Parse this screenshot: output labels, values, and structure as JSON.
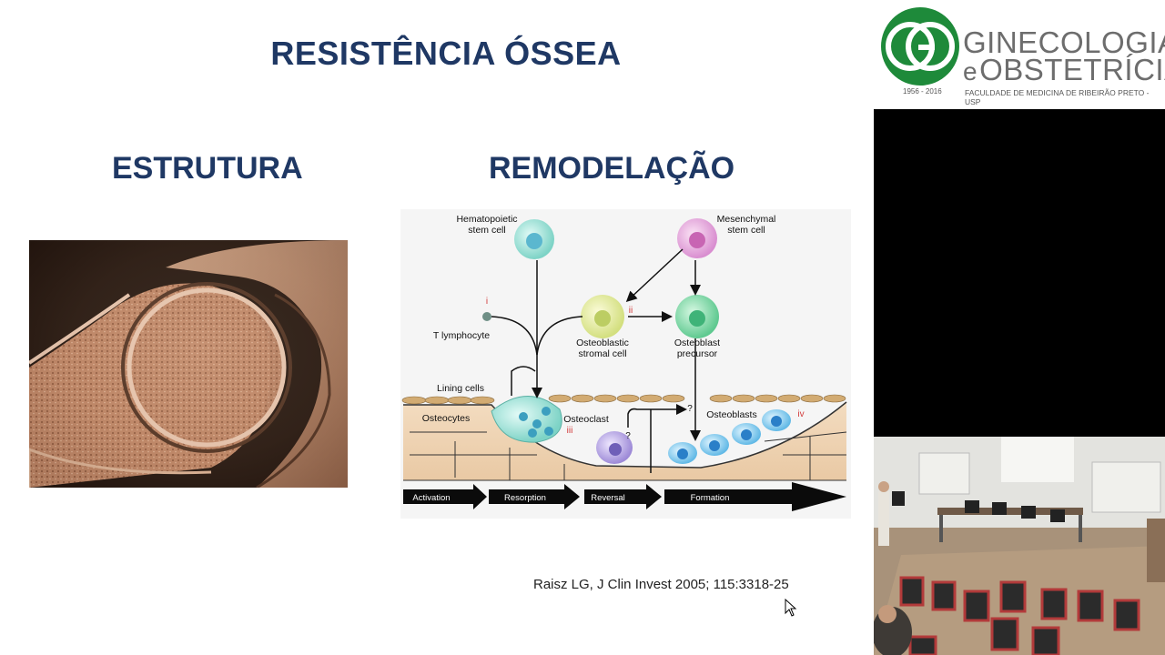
{
  "slide": {
    "title": "RESISTÊNCIA ÓSSEA",
    "left_heading": "ESTRUTURA",
    "right_heading": "REMODELAÇÃO",
    "citation": "Raisz LG, J Clin Invest 2005; 115:3318-25"
  },
  "diagram": {
    "hematopoietic": "Hematopoietic",
    "stem_cell": "stem cell",
    "mesenchymal": "Mesenchymal",
    "mesenchymal_stem": "stem cell",
    "t_lymphocyte": "T lymphocyte",
    "osteoblastic": "Osteoblastic",
    "stromal_cell": "stromal cell",
    "osteoblast": "Osteoblast",
    "precursor": "precursor",
    "lining_cells": "Lining cells",
    "osteocytes": "Osteocytes",
    "osteoclast": "Osteoclast",
    "osteoblasts": "Osteoblasts",
    "mark_i": "i",
    "mark_ii": "ii",
    "mark_iii": "iii",
    "mark_iv": "iv",
    "q1": "?",
    "q2": "?",
    "phases": [
      "Activation",
      "Resorption",
      "Reversal",
      "Formation"
    ]
  },
  "logo": {
    "line1": "GINECOLOGIA",
    "line2_e": "e",
    "line2": "OBSTETRÍCIA",
    "faculty": "FACULDADE DE MEDICINA DE RIBEIRÃO PRETO - USP",
    "years": "1956 - 2016",
    "green": "#1e8a3a"
  },
  "colors": {
    "title": "#1f3864"
  }
}
